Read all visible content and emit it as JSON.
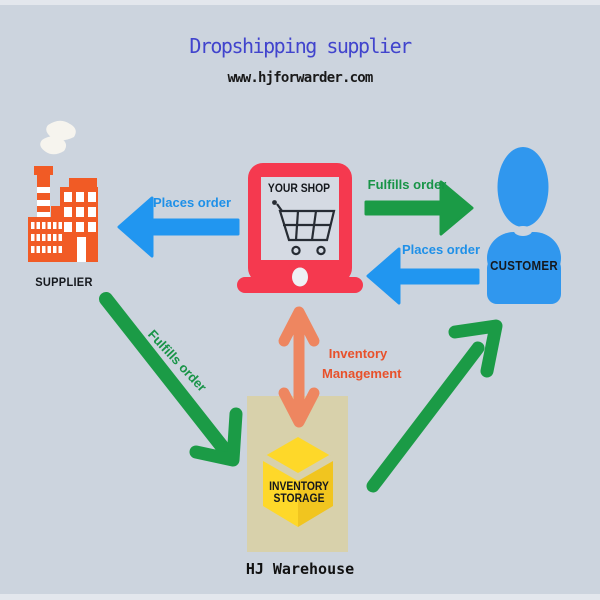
{
  "header": {
    "title": "Dropshipping supplier",
    "subtitle": "www.hjforwarder.com"
  },
  "nodes": {
    "supplier": {
      "label": "SUPPLIER"
    },
    "shop": {
      "label": "YOUR SHOP"
    },
    "customer": {
      "label": "CUSTOMER"
    },
    "warehouse": {
      "label": "INVENTORY STORAGE",
      "caption": "HJ Warehouse"
    }
  },
  "flows": {
    "shop_to_supplier": {
      "label": "Places order"
    },
    "shop_to_customer": {
      "label": "Fulfills order"
    },
    "customer_to_shop": {
      "label": "Places order"
    },
    "supplier_to_warehouse": {
      "label": "Fulfills order"
    },
    "shop_warehouse_sync": {
      "label_line1": "Inventory",
      "label_line2": "Management"
    }
  },
  "colors": {
    "background": "#ccd4de",
    "title_text": "#4144cd",
    "order_flow_blue": "#2196f0",
    "fulfill_flow_green": "#1b9b46",
    "inventory_flow_orange": "#ee8660",
    "inventory_label_red": "#e8512b",
    "supplier_icon_orange": "#f15b25",
    "shop_icon_red": "#f5394f",
    "customer_icon_blue": "#3097ee",
    "warehouse_panel_khaki": "#d8d1ab",
    "storage_box_yellow": "#fed829"
  }
}
